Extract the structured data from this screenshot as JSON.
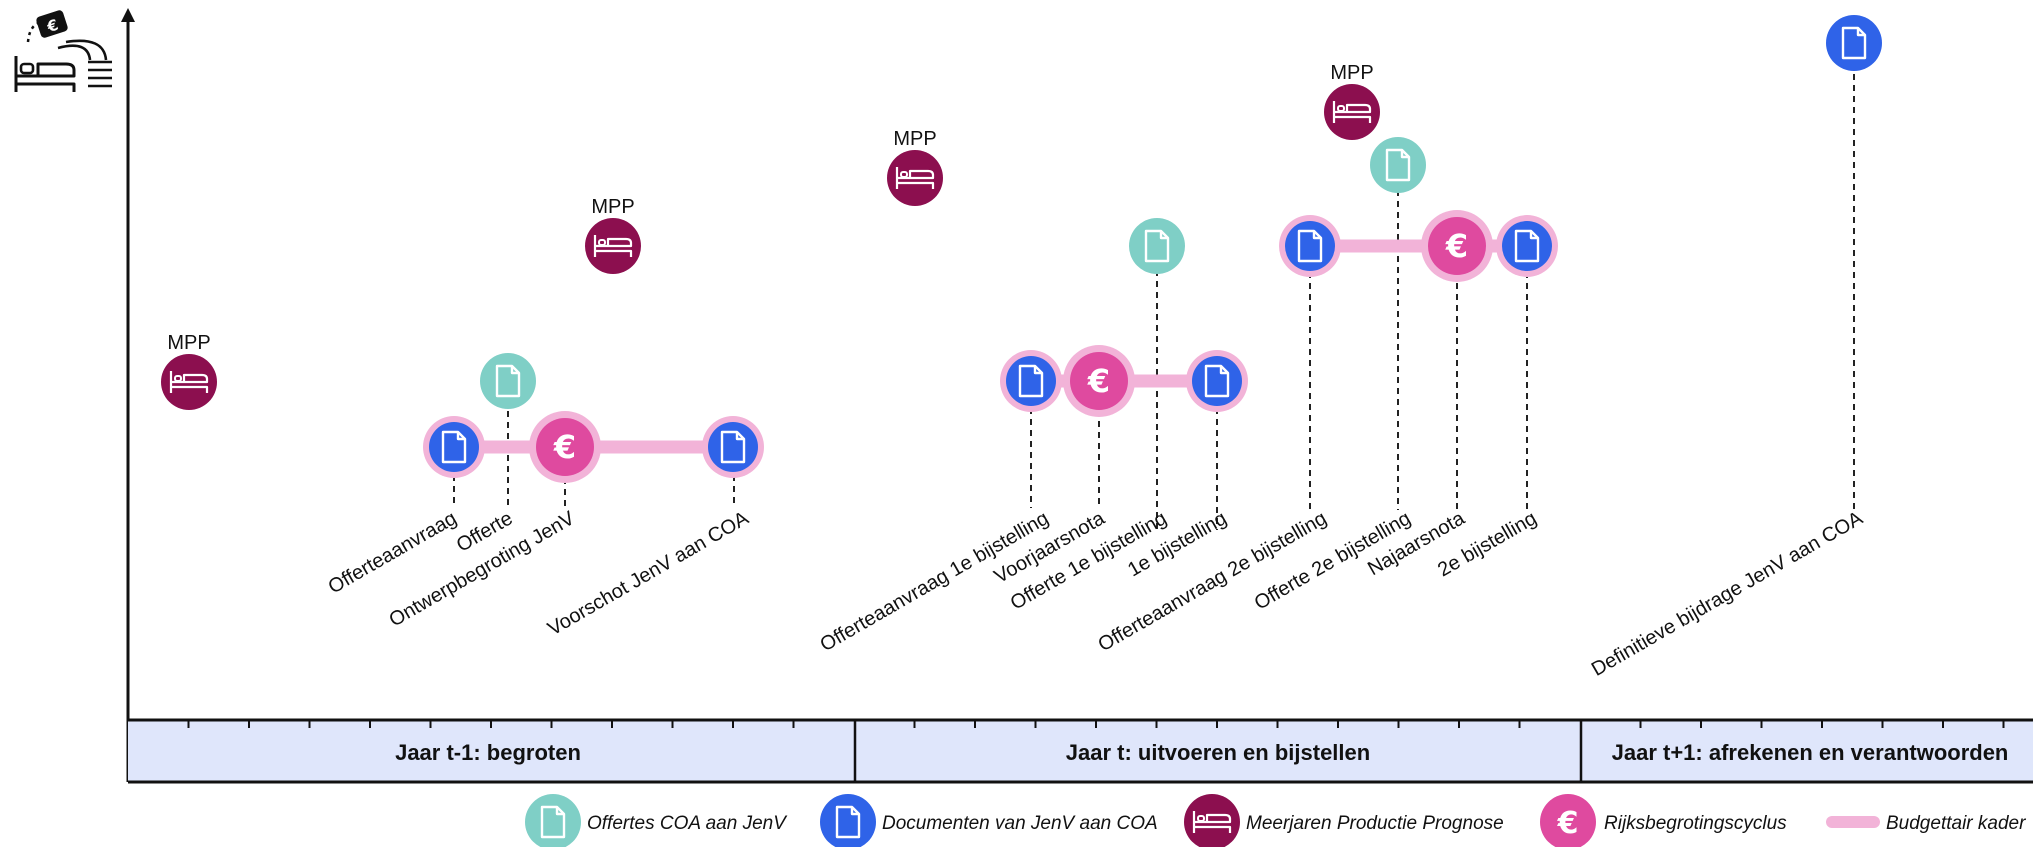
{
  "colors": {
    "offerte": "#7fcfc6",
    "document": "#2f63e8",
    "mpp": "#8c0f4f",
    "rijks": "#df4a9f",
    "budget": "#f2b3d8",
    "band": "#dfe6fb",
    "axis": "#111111"
  },
  "years": [
    {
      "label": "Jaar t-1: begroten"
    },
    {
      "label": "Jaar t: uitvoeren en bijstellen"
    },
    {
      "label": "Jaar t+1: afrekenen en verantwoorden"
    }
  ],
  "mpp": [
    {
      "label": "MPP"
    },
    {
      "label": "MPP"
    },
    {
      "label": "MPP"
    },
    {
      "label": "MPP"
    }
  ],
  "events": [
    {
      "label": "Offerteaanvraag",
      "type": "document"
    },
    {
      "label": "Offerte",
      "type": "offerte"
    },
    {
      "label": "Ontwerpbegroting JenV",
      "type": "rijks"
    },
    {
      "label": "Voorschot JenV aan COA",
      "type": "document"
    },
    {
      "label": "Offerteaanvraag 1e bijstelling",
      "type": "document"
    },
    {
      "label": "Voorjaarsnota",
      "type": "rijks"
    },
    {
      "label": "Offerte 1e bijstelling",
      "type": "offerte"
    },
    {
      "label": "1e bijstelling",
      "type": "document"
    },
    {
      "label": "Offerteaanvraag 2e bijstelling",
      "type": "document"
    },
    {
      "label": "Offerte 2e bijstelling",
      "type": "offerte"
    },
    {
      "label": "Najaarsnota",
      "type": "rijks"
    },
    {
      "label": "2e bijstelling",
      "type": "document"
    },
    {
      "label": "Definitieve bijdrage JenV aan COA",
      "type": "document"
    }
  ],
  "legend": [
    {
      "type": "offerte",
      "label": "Offertes COA aan JenV",
      "icon": "document-icon"
    },
    {
      "type": "document",
      "label": "Documenten van JenV aan COA",
      "icon": "document-icon"
    },
    {
      "type": "mpp",
      "label": "Meerjaren Productie Prognose",
      "icon": "bed-icon"
    },
    {
      "type": "rijks",
      "label": "Rijksbegrotingscyclus",
      "icon": "euro-icon"
    },
    {
      "type": "budget",
      "label": "Budgettair kader",
      "icon": "bar-icon"
    }
  ],
  "corner_icon": "bed-with-euro-icon"
}
